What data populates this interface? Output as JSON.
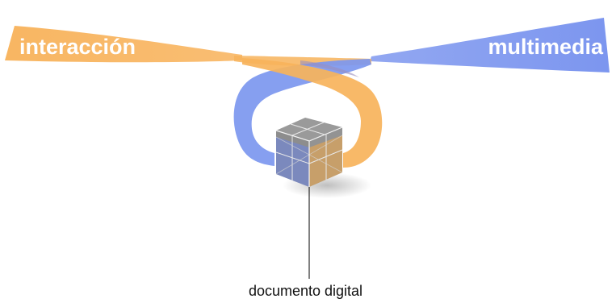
{
  "labels": {
    "left": "interacción",
    "right": "multimedia",
    "center": "documento digital"
  },
  "colors": {
    "orange": "#f7b35b",
    "blue": "#7c97ef",
    "cube_gray": "#8f8f8f",
    "label_text": "#ffffff",
    "caption_text": "#111111"
  },
  "icons": {
    "center": "cube-icon"
  }
}
